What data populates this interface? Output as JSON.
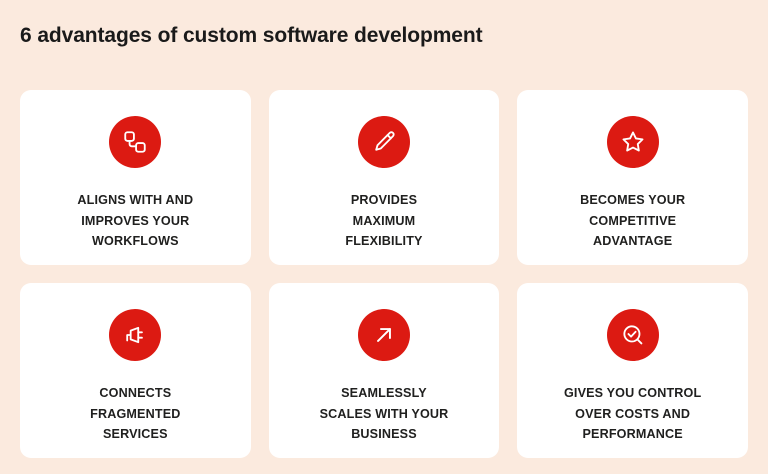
{
  "heading": {
    "title": "6 advantages of custom software development"
  },
  "colors": {
    "background": "#fbeade",
    "card_background": "#ffffff",
    "accent_red": "#dc1a12",
    "text_dark": "#20201f",
    "heading_text": "#1a1a1a",
    "icon_stroke": "#ffffff"
  },
  "cards": [
    {
      "icon": "workflow-nodes-icon",
      "label": "ALIGNS WITH AND\nIMPROVES YOUR\nWORKFLOWS"
    },
    {
      "icon": "pencil-icon",
      "label": "PROVIDES\nMAXIMUM\nFLEXIBILITY"
    },
    {
      "icon": "star-icon",
      "label": "BECOMES YOUR\nCOMPETITIVE\nADVANTAGE"
    },
    {
      "icon": "plug-icon",
      "label": "CONNECTS\nFRAGMENTED\nSERVICES"
    },
    {
      "icon": "arrow-up-right-icon",
      "label": "SEAMLESSLY\nSCALES WITH YOUR\nBUSINESS"
    },
    {
      "icon": "magnifier-check-icon",
      "label": "GIVES YOU CONTROL\nOVER COSTS AND\nPERFORMANCE"
    }
  ]
}
